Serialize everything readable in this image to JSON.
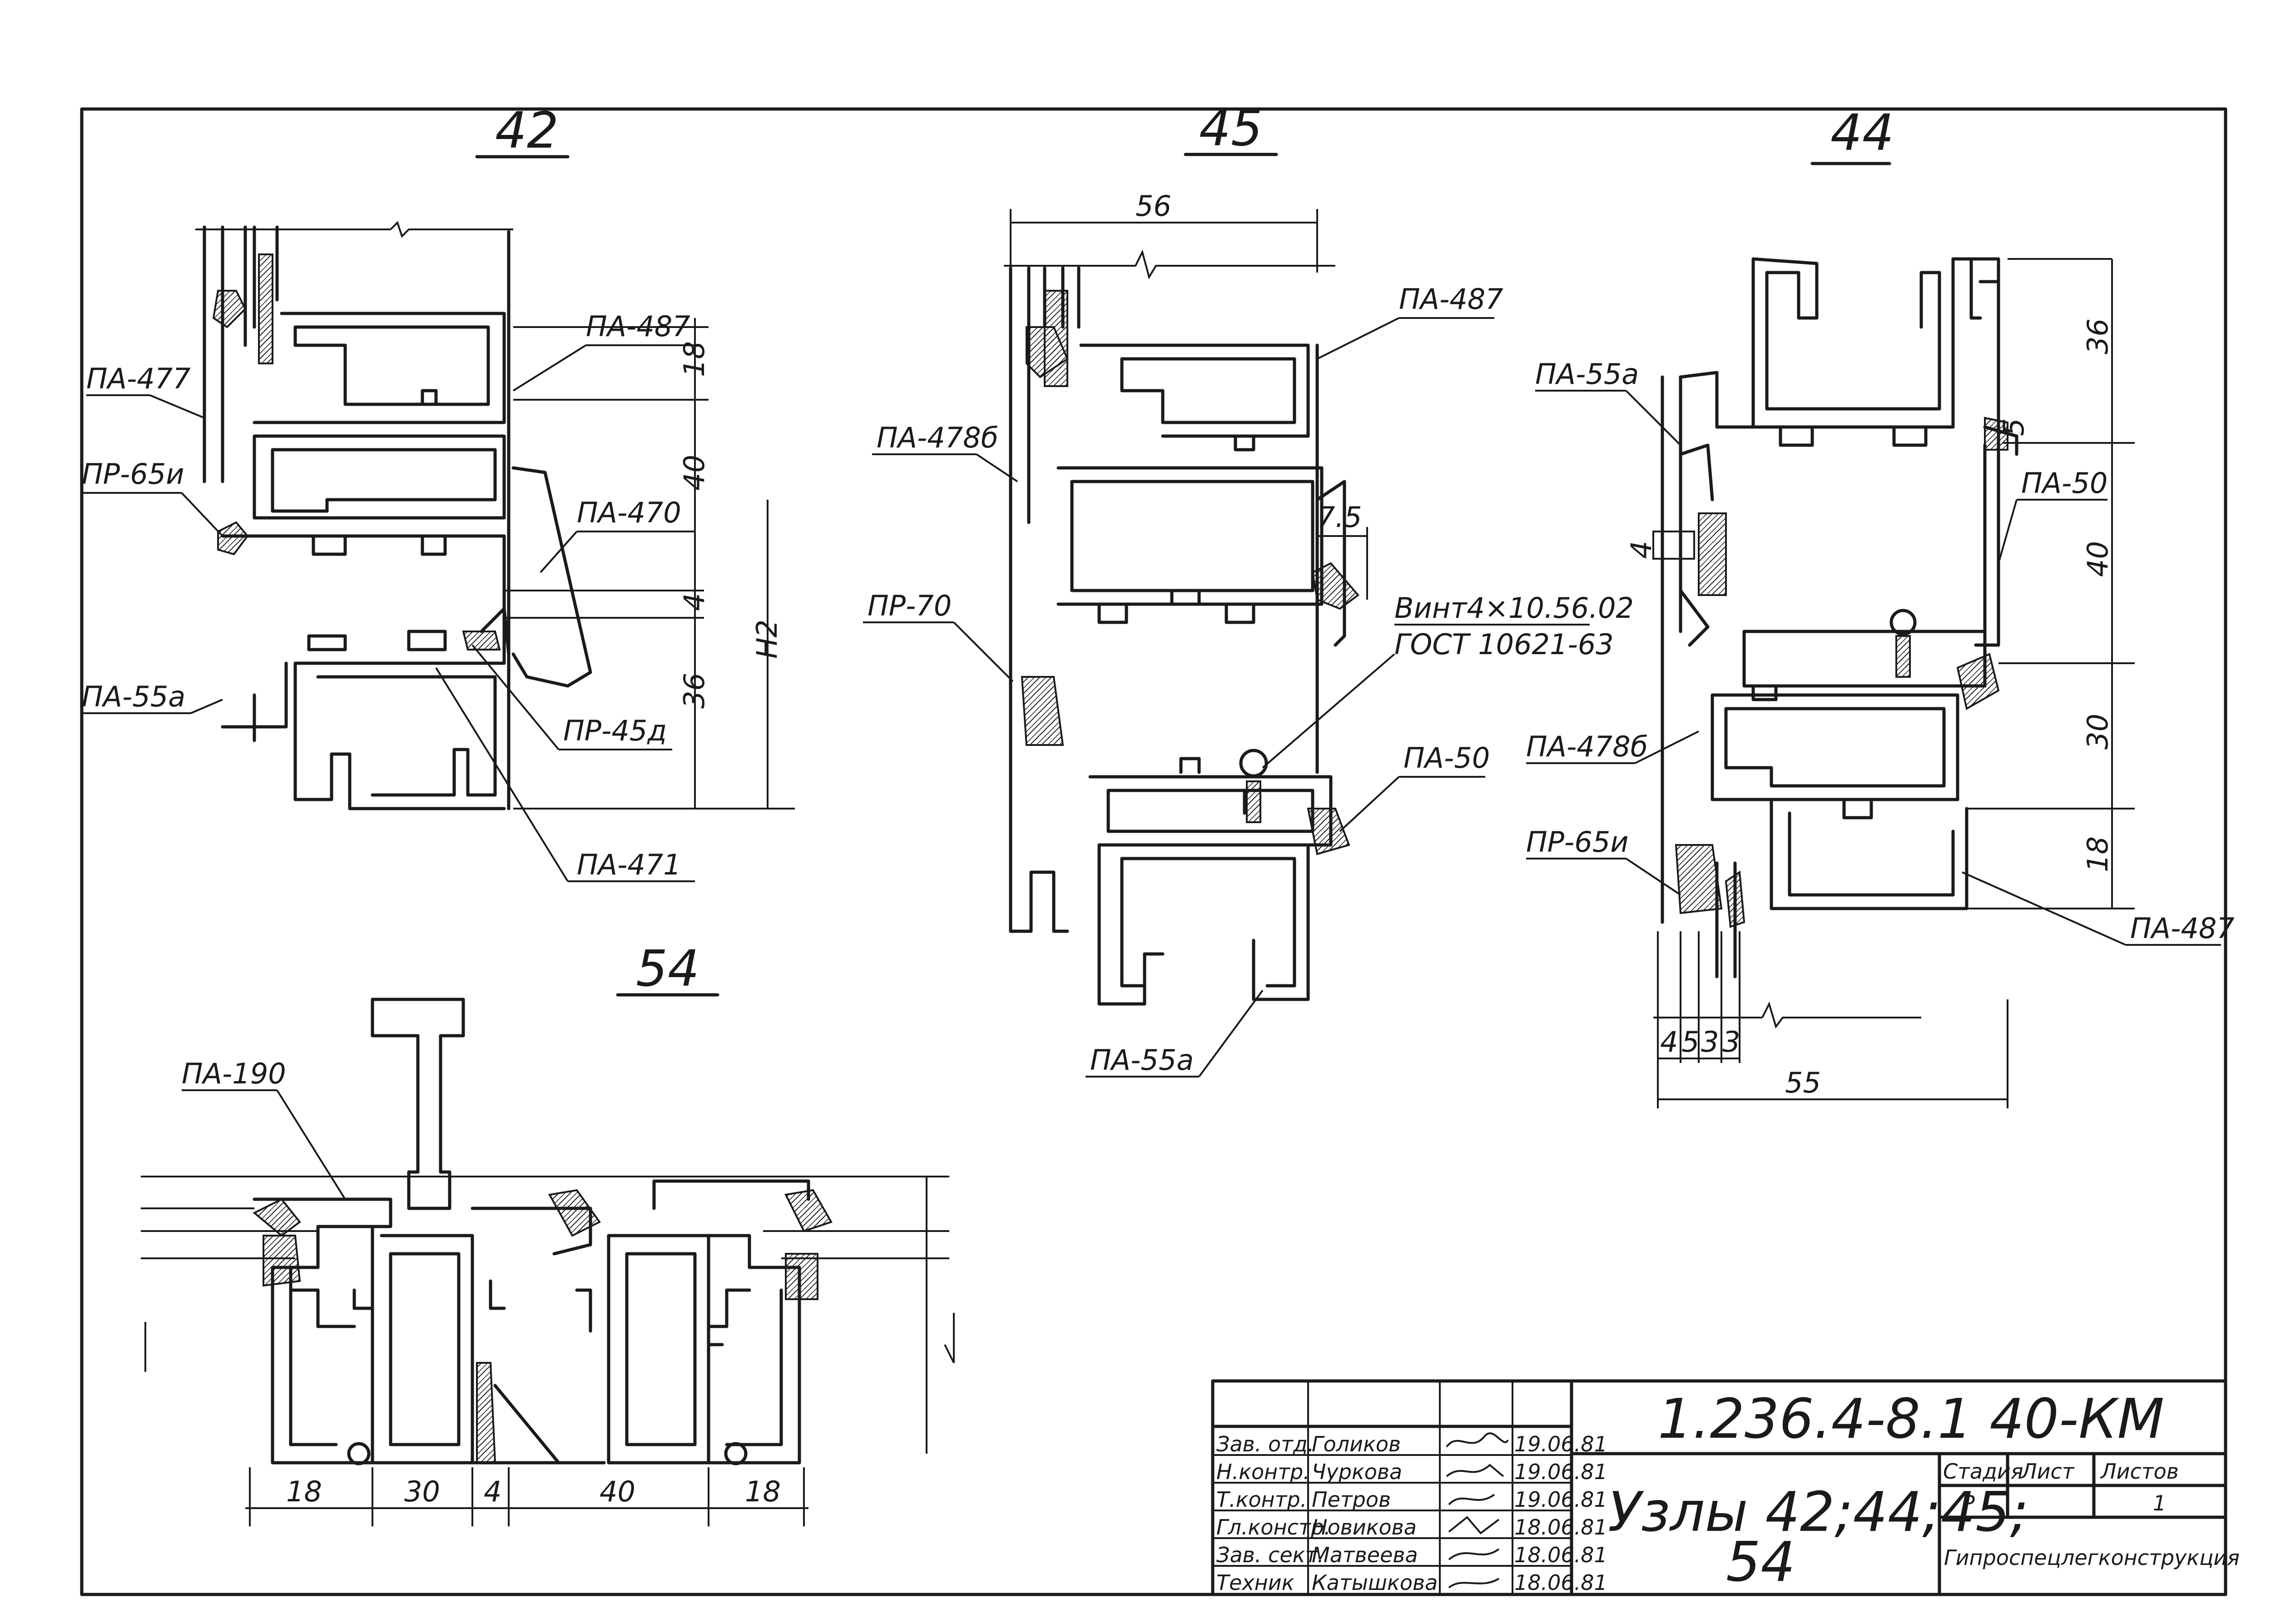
{
  "nodes": {
    "n42": {
      "title": "42",
      "labels": [
        "ПА-477",
        "ПР-65и",
        "ПА-55а",
        "ПА-487",
        "ПА-470",
        "ПР-45д",
        "ПА-471"
      ],
      "dims": [
        "18",
        "40",
        "4",
        "36",
        "Н2"
      ]
    },
    "n45": {
      "title": "45",
      "labels": [
        "ПА-487",
        "ПА-478б",
        "ПР-70",
        "ПА-50",
        "ПА-55а"
      ],
      "dims": [
        "56",
        "7.5"
      ],
      "screw_note": [
        "Винт4×10.56.02",
        "ГОСТ 10621-63"
      ]
    },
    "n44": {
      "title": "44",
      "labels": [
        "ПА-55а",
        "ПА-50",
        "ПА-478б",
        "ПР-65и",
        "ПА-487"
      ],
      "dims": [
        "36",
        "5",
        "40",
        "30",
        "18",
        "4",
        "4",
        "3",
        "5",
        "3",
        "55"
      ]
    },
    "n54": {
      "title": "54",
      "labels": [
        "ПА-190"
      ],
      "dims": [
        "18",
        "30",
        "4",
        "40",
        "18"
      ]
    }
  },
  "title_block": {
    "code": "1.236.4-8.1  40-КМ",
    "name_line1": "Узлы 42;44;45;",
    "name_line2": "54",
    "rows": [
      {
        "role": "Зав. отд.",
        "name": "Голиков",
        "date": "19.06.81"
      },
      {
        "role": "Н.контр.",
        "name": "Чуркова",
        "date": "19.06.81"
      },
      {
        "role": "Т.контр.",
        "name": "Петров",
        "date": "19.06.81"
      },
      {
        "role": "Гл.констр.",
        "name": "Новикова",
        "date": "18.06.81"
      },
      {
        "role": "Зав. сект.",
        "name": "Матвеева",
        "date": "18.06.81"
      },
      {
        "role": "Техник",
        "name": "Катышкова",
        "date": "18.06.81"
      }
    ],
    "stage_header": "Стадия",
    "sheet_header": "Лист",
    "sheets_header": "Листов",
    "stage": "Р",
    "sheet": "",
    "sheets": "1",
    "org": "Гипроспецлегконструкция"
  }
}
